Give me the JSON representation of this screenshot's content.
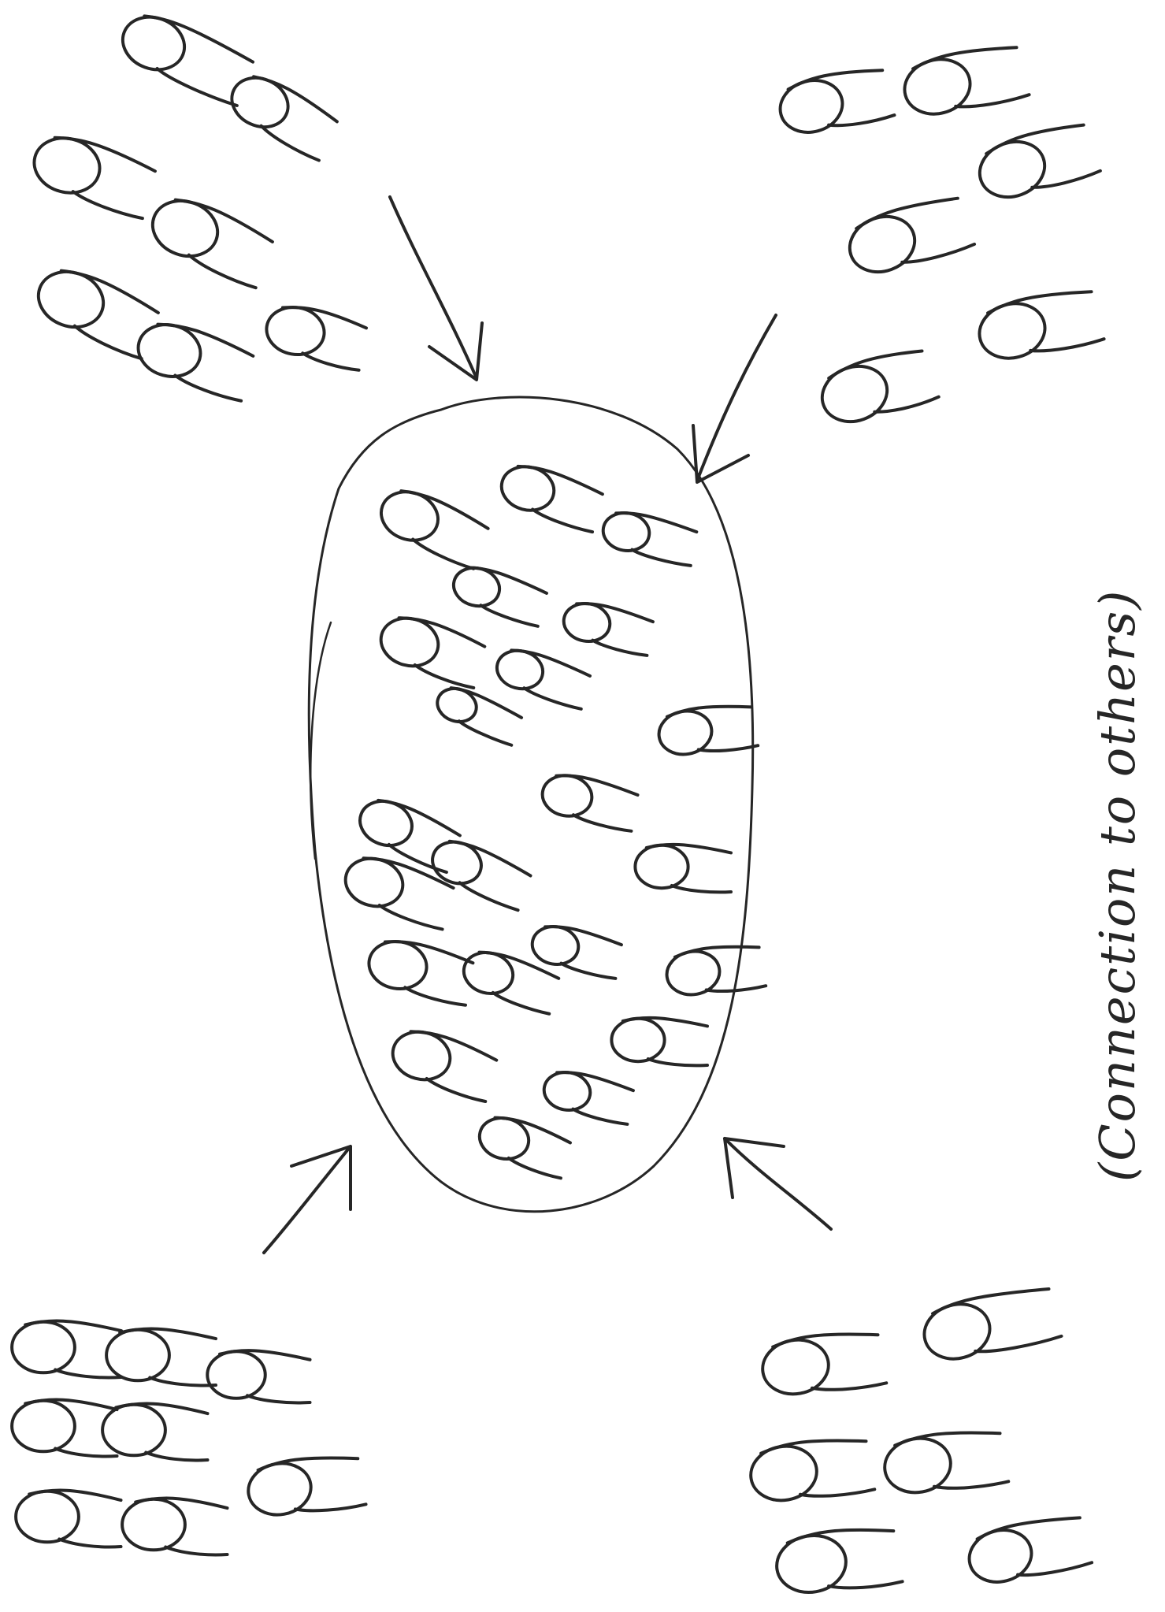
{
  "diagram": {
    "caption": "(Connection to others)",
    "groups": [
      {
        "id": "top-left",
        "label": ""
      },
      {
        "id": "top-right",
        "label": ""
      },
      {
        "id": "bottom-left",
        "label": ""
      },
      {
        "id": "bottom-right",
        "label": ""
      },
      {
        "id": "center",
        "label": ""
      }
    ],
    "arrows": [
      {
        "from": "top-left",
        "to": "center"
      },
      {
        "from": "top-right",
        "to": "center"
      },
      {
        "from": "bottom-left",
        "to": "center"
      },
      {
        "from": "bottom-right",
        "to": "center"
      }
    ],
    "colors": {
      "ink": "#262626",
      "background": "#ffffff"
    }
  }
}
